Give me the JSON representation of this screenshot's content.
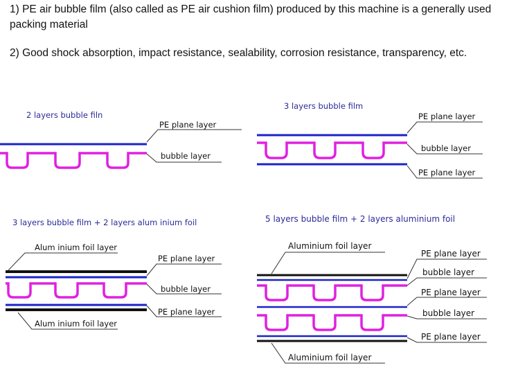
{
  "paragraphs": {
    "p1": "1) PE air bubble film (also called as PE air cushion film) produced by this machine is a generally used packing material",
    "p2": "2) Good shock absorption, impact resistance, sealability, corrosion resistance, transparency, etc."
  },
  "colors": {
    "pe_layer": "#1b22c8",
    "bubble_layer": "#e020e0",
    "aluminium_layer": "#111111",
    "title_text": "#2a2a9a",
    "label_text": "#111111",
    "leader_line": "#333333"
  },
  "diagrams": {
    "d1": {
      "title": "2 layers bubble filn",
      "labels": {
        "pe_top": "PE plane layer",
        "bubble": "bubble layer"
      }
    },
    "d2": {
      "title": "3 layers bubble film",
      "labels": {
        "pe_top": "PE plane layer",
        "bubble": "bubble layer",
        "pe_bottom": "PE plane layer"
      }
    },
    "d3": {
      "title": "3 layers bubble film + 2 layers alum inium foil",
      "labels": {
        "al_top": "Alum inium foil layer",
        "pe_top": "PE plane layer",
        "bubble": "bubble layer",
        "pe_bottom": "PE plane layer",
        "al_bottom": "Alum inium foil layer"
      }
    },
    "d4": {
      "title": "5 layers bubble film + 2 layers aluminium foil",
      "labels": {
        "al_top": "Aluminium foil layer",
        "pe1": "PE plane layer",
        "bubble1": "bubble layer",
        "pe2": "PE plane layer",
        "bubble2": "bubble layer",
        "pe3": "PE plane layer",
        "al_bottom": "Aluminium foil layer"
      }
    }
  }
}
